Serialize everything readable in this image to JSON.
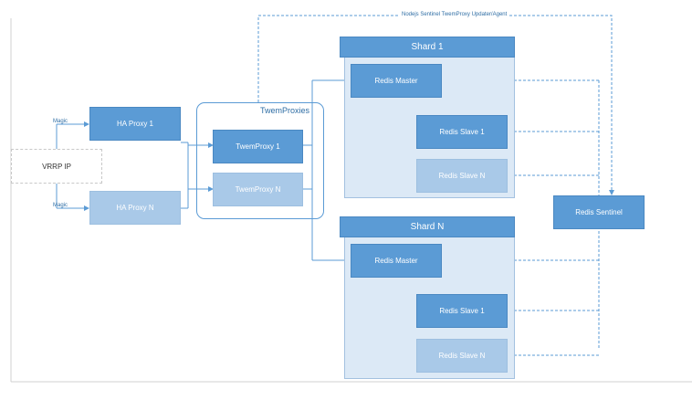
{
  "top_label": "Nodejs Sentinel TwemProxy Updater/Agent",
  "vrrp": {
    "label": "VRRP IP"
  },
  "magic_label": "Magic",
  "ha_proxies": [
    {
      "label": "HA Proxy 1"
    },
    {
      "label": "HA Proxy N"
    }
  ],
  "twemproxies": {
    "title": "TwemProxies",
    "items": [
      {
        "label": "TwemProxy 1"
      },
      {
        "label": "TwemProxy N"
      }
    ]
  },
  "shards": [
    {
      "title": "Shard 1",
      "master": "Redis Master",
      "slaves": [
        "Redis Slave 1",
        "Redis Slave N"
      ]
    },
    {
      "title": "Shard N",
      "master": "Redis Master",
      "slaves": [
        "Redis Slave 1",
        "Redis Slave N"
      ]
    }
  ],
  "sentinel": {
    "label": "Redis Sentinel"
  },
  "colors": {
    "primary": "#5b9bd5",
    "secondary": "#a9c9e8",
    "shard_bg": "#dce9f6",
    "line": "#5b9bd5"
  }
}
